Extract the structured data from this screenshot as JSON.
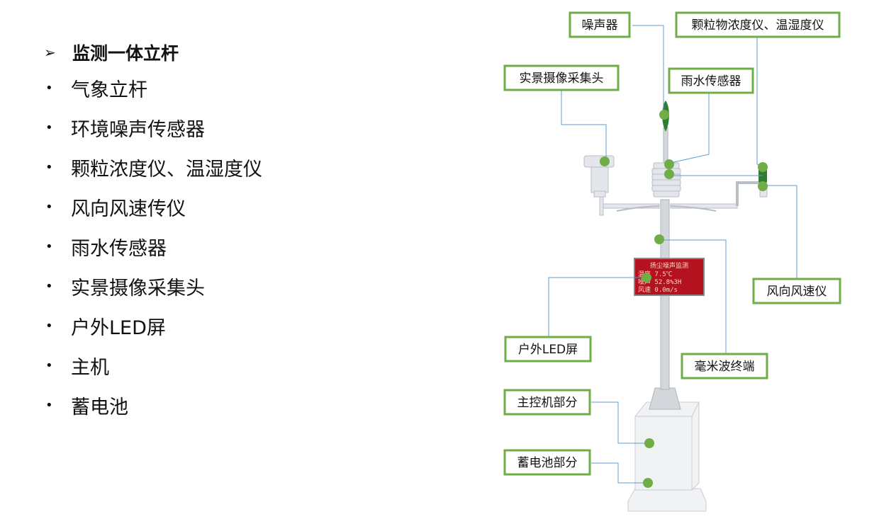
{
  "heading": {
    "arrow": "➢",
    "title": "监测一体立杆"
  },
  "bullet": "•",
  "items": [
    "气象立杆",
    "环境噪声传感器",
    "颗粒浓度仪、温湿度仪",
    "风向风速传仪",
    "雨水传感器",
    "实景摄像采集头",
    "户外LED屏",
    "主机",
    "蓄电池"
  ],
  "labels": {
    "noise": "噪声器",
    "particle": "颗粒物浓度仪、温湿度仪",
    "camera": "实景摄像采集头",
    "rain": "雨水传感器",
    "wind": "风向风速仪",
    "led": "户外LED屏",
    "mmwave": "毫米波终端",
    "host": "主控机部分",
    "battery": "蓄电池部分"
  },
  "led_screen": {
    "line1": "扬尘噪声监测",
    "line2": "温度  7.5℃",
    "line3": "噪声  52.8%3H",
    "line4": "风速  0.0m/s"
  },
  "colors": {
    "label_border": "#70ad47",
    "marker": "#70ad47",
    "leader_line": "#5b9bd5",
    "led": "#b3121e"
  }
}
